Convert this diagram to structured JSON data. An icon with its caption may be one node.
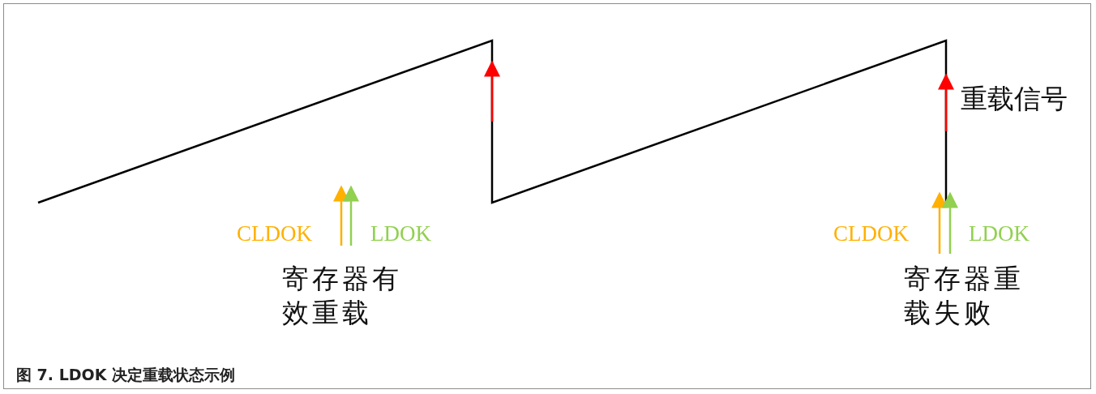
{
  "diagram": {
    "caption": "图 7. LDOK 决定重载状态示例",
    "labels": [
      "CLDOK",
      "LDOK",
      "寄存器有效重载",
      "CLDOK",
      "LDOK",
      "寄存器重载失败",
      "重载信号"
    ]
  }
}
